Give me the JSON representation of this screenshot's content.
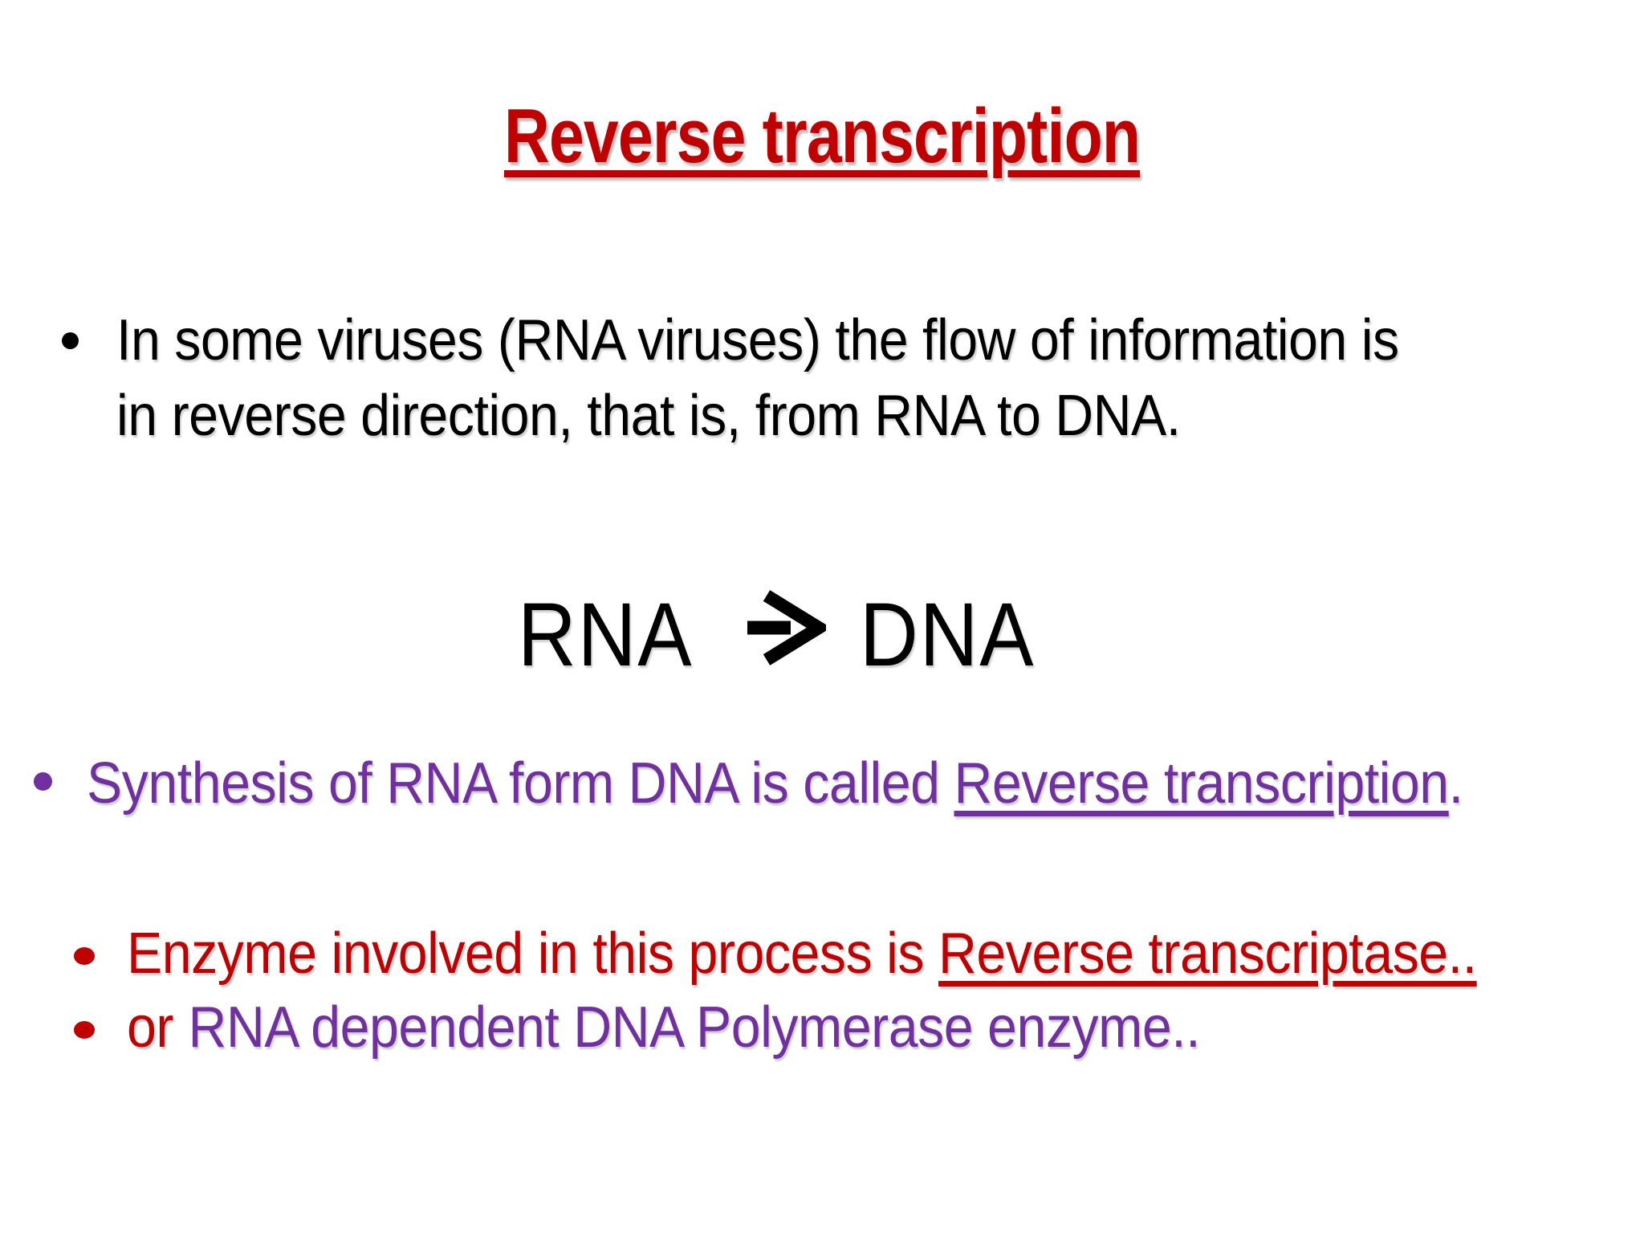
{
  "slide": {
    "title": {
      "text": "Reverse transcription",
      "color": "#C00000"
    },
    "bullet1": {
      "color": "#000000",
      "line1": "In some viruses (RNA viruses) the flow of information is",
      "line2": "in reverse direction, that is, from RNA to DNA."
    },
    "formula": {
      "left": "RNA",
      "right": "DNA",
      "arrow_icon": "right-arrow",
      "color": "#000000"
    },
    "bullet2": {
      "color": "#7030A0",
      "prefix": "Synthesis of RNA form DNA is called ",
      "underlined": "Reverse transcription",
      "suffix": "."
    },
    "bullet3": {
      "color": "#C00000",
      "prefix": "Enzyme involved in this process is ",
      "underlined": "Reverse transcriptase.."
    },
    "bullet4": {
      "lead_word": "or",
      "lead_color": "#C00000",
      "rest": "RNA dependent DNA Polymerase enzyme..",
      "rest_color": "#7030A0"
    },
    "background": "#FFFFFF"
  }
}
